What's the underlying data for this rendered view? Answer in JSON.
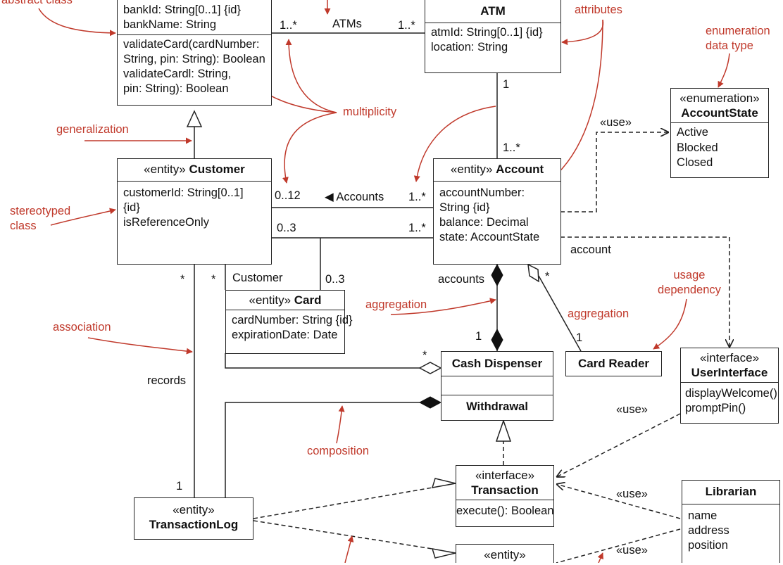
{
  "annotations": {
    "abstract_class": "abstract class",
    "attributes": "attributes",
    "enumeration_line1": "enumeration",
    "enumeration_line2": "data type",
    "multiplicity": "multiplicity",
    "generalization": "generalization",
    "stereotyped_line1": "stereotyped",
    "stereotyped_line2": "class",
    "aggregation_left": "aggregation",
    "aggregation_right": "aggregation",
    "usage_line1": "usage",
    "usage_line2": "dependency",
    "association": "association",
    "composition": "composition"
  },
  "classes": {
    "bank": {
      "attributes": [
        "bankId: String[0..1] {id}",
        "bankName: String"
      ],
      "operations": [
        "validateCard(cardNumber:",
        "String, pin: String): Boolean",
        "validateCardl: String,",
        "pin: String): Boolean"
      ]
    },
    "atm": {
      "name": "ATM",
      "attributes": [
        "atmId: String[0..1] {id}",
        "location: String"
      ]
    },
    "account_state": {
      "stereotype": "«enumeration»",
      "name": "AccountState",
      "literals": [
        "Active",
        "Blocked",
        "Closed"
      ]
    },
    "customer": {
      "stereotype": "«entity»",
      "name": "Customer",
      "attributes": [
        "customerId: String[0..1]",
        "{id}",
        "isReferenceOnly"
      ]
    },
    "account": {
      "stereotype": "«entity»",
      "name": "Account",
      "attributes": [
        "accountNumber:",
        "String {id}",
        "balance: Decimal",
        "state: AccountState"
      ]
    },
    "card": {
      "stereotype": "«entity»",
      "name": "Card",
      "attributes": [
        "cardNumber: String {id}",
        "expirationDate: Date"
      ]
    },
    "cash_dispenser": {
      "name": "Cash Dispenser",
      "section2": "Withdrawal"
    },
    "card_reader": {
      "name": "Card Reader"
    },
    "user_interface": {
      "stereotype": "«interface»",
      "name": "UserInterface",
      "operations": [
        "displayWelcome()",
        "promptPin()"
      ]
    },
    "transaction": {
      "stereotype": "«interface»",
      "name": "Transaction",
      "operations": [
        "execute(): Boolean"
      ]
    },
    "transaction_log": {
      "stereotype": "«entity»",
      "name": "TransactionLog"
    },
    "librarian": {
      "name": "Librarian",
      "attributes": [
        "name",
        "address",
        "position"
      ]
    },
    "bottom_entity": {
      "stereotype": "«entity»"
    }
  },
  "labels": {
    "atms_left_mult": "1..*",
    "atms_name": "ATMs",
    "atms_right_mult": "1..*",
    "atm_account_top": "1",
    "atm_account_bottom": "1..*",
    "use_account_state": "«use»",
    "cust_acc_left_mult": "0..12",
    "cust_acc_name": "◀ Accounts",
    "cust_acc_right_mult": "1..*",
    "cust_acc2_left_mult": "0..3",
    "cust_acc2_right_mult": "1..*",
    "account_role": "account",
    "customer_role": "Customer",
    "card_mult": "0..3",
    "star_left": "*",
    "star_mid": "*",
    "accounts_role": "accounts",
    "star_reader": "*",
    "mult_one_dispenser": "1",
    "mult_one_reader": "1",
    "star_dispenser": "*",
    "records": "records",
    "mult_one_log": "1",
    "use_ui": "«use»",
    "use_librarian": "«use»",
    "use_bottom": "«use»"
  }
}
